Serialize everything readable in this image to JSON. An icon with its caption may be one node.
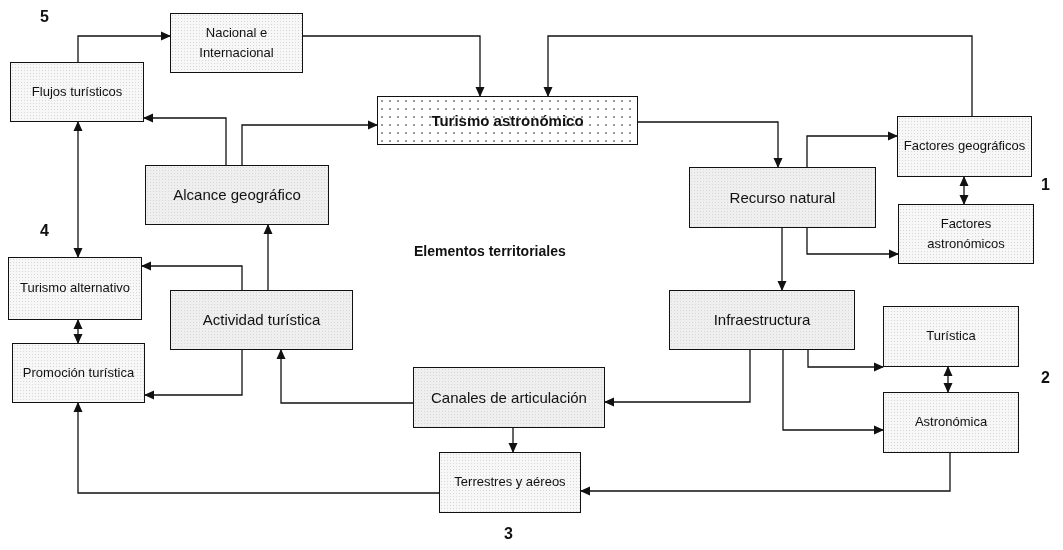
{
  "diagram": {
    "nodes": [
      {
        "text": [
          "Nacional e Internacional"
        ]
      },
      {
        "text": [
          "Flujos turísticos"
        ]
      },
      {
        "text": [
          "Turismo astronómico"
        ]
      },
      {
        "text": [
          "Alcance geográfico"
        ]
      },
      {
        "text": [
          "Factores geográficos"
        ]
      },
      {
        "text": [
          "Recurso natural"
        ]
      },
      {
        "text": [
          "Factores astronómicos"
        ]
      },
      {
        "text": [
          "Turismo alternativo"
        ]
      },
      {
        "text": [
          "Actividad turística"
        ]
      },
      {
        "text": [
          "Infraestructura"
        ]
      },
      {
        "text": [
          "Turística"
        ]
      },
      {
        "text": [
          "Promoción turística"
        ]
      },
      {
        "text": [
          "Canales de articulación"
        ]
      },
      {
        "text": [
          "Astronómica"
        ]
      },
      {
        "text": [
          "Terrestres y aéreos"
        ]
      }
    ],
    "edges": [
      {
        "from": 1,
        "to": 0,
        "arrow": "to"
      },
      {
        "from": 0,
        "to": 2,
        "arrow": "to"
      },
      {
        "from": 4,
        "to": 2,
        "arrow": "to"
      },
      {
        "from": 3,
        "to": 1,
        "arrow": "to"
      },
      {
        "from": 3,
        "to": 2,
        "arrow": "to"
      },
      {
        "from": 1,
        "to": 7,
        "arrow": "both"
      },
      {
        "from": 2,
        "to": 5,
        "arrow": "to"
      },
      {
        "from": 5,
        "to": 4,
        "arrow": "to"
      },
      {
        "from": 4,
        "to": 6,
        "arrow": "both"
      },
      {
        "from": 5,
        "to": 6,
        "arrow": "to"
      },
      {
        "from": 5,
        "to": 9,
        "arrow": "to"
      },
      {
        "from": 8,
        "to": 3,
        "arrow": "to"
      },
      {
        "from": 8,
        "to": 7,
        "arrow": "to"
      },
      {
        "from": 7,
        "to": 11,
        "arrow": "both"
      },
      {
        "from": 8,
        "to": 11,
        "arrow": "to"
      },
      {
        "from": 12,
        "to": 8,
        "arrow": "to"
      },
      {
        "from": 9,
        "to": 12,
        "arrow": "to"
      },
      {
        "from": 9,
        "to": 10,
        "arrow": "to"
      },
      {
        "from": 9,
        "to": 13,
        "arrow": "to"
      },
      {
        "from": 10,
        "to": 13,
        "arrow": "both"
      },
      {
        "from": 12,
        "to": 14,
        "arrow": "to"
      },
      {
        "from": 13,
        "to": 14,
        "arrow": "to"
      },
      {
        "from": 14,
        "to": 11,
        "arrow": "to"
      }
    ],
    "labels": [
      "5",
      "4",
      "Elementos territoriales",
      "1",
      "2",
      "3"
    ]
  }
}
